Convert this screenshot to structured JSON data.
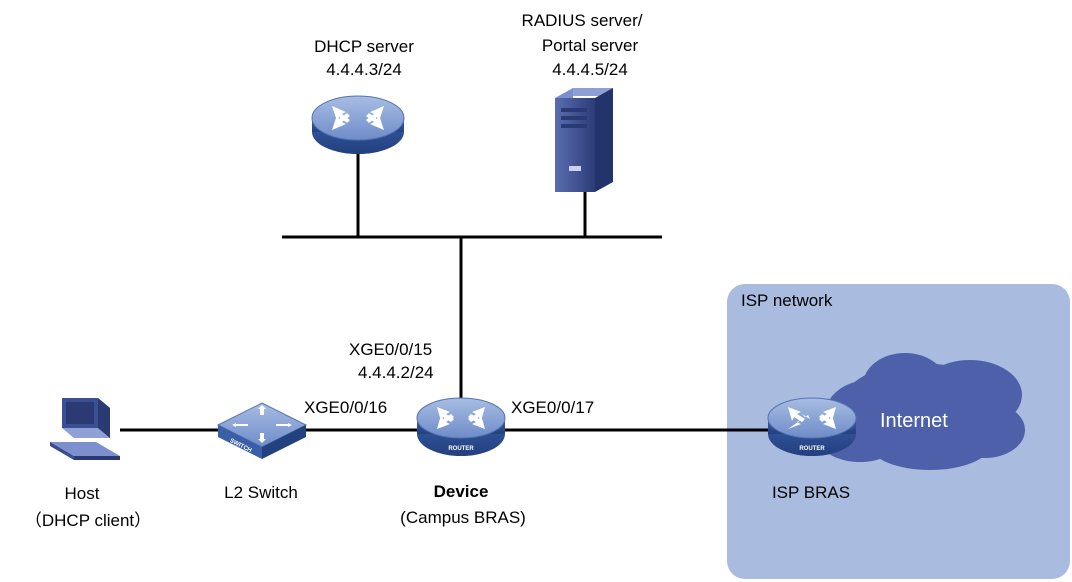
{
  "dhcp_server": {
    "name": "DHCP server",
    "ip": "4.4.4.3/24"
  },
  "radius_server": {
    "name_line1": "RADIUS server/",
    "name_line2": "Portal server",
    "ip": "4.4.4.5/24"
  },
  "device": {
    "name": "Device",
    "role": "(Campus BRAS)",
    "badge": "ROUTER",
    "port_up": "XGE0/0/15",
    "port_up_ip": "4.4.4.2/24",
    "port_left": "XGE0/0/16",
    "port_right": "XGE0/0/17"
  },
  "switch": {
    "name": "L2 Switch",
    "badge": "SWITCH"
  },
  "host": {
    "name": "Host",
    "role": "（DHCP client）"
  },
  "isp": {
    "network_label": "ISP network",
    "bras_label": "ISP BRAS",
    "badge": "ROUTER",
    "cloud_label": "Internet"
  },
  "colors": {
    "isp_bg": "#a9bce0",
    "cloud": "#4e60aa",
    "device_blue": "#3d63ad",
    "device_top": "#8fa7d6",
    "server_dark": "#2c3f7f",
    "line": "#000000"
  },
  "icons": [
    "router-icon",
    "switch-icon",
    "server-icon",
    "host-pc-icon",
    "cloud-icon"
  ]
}
